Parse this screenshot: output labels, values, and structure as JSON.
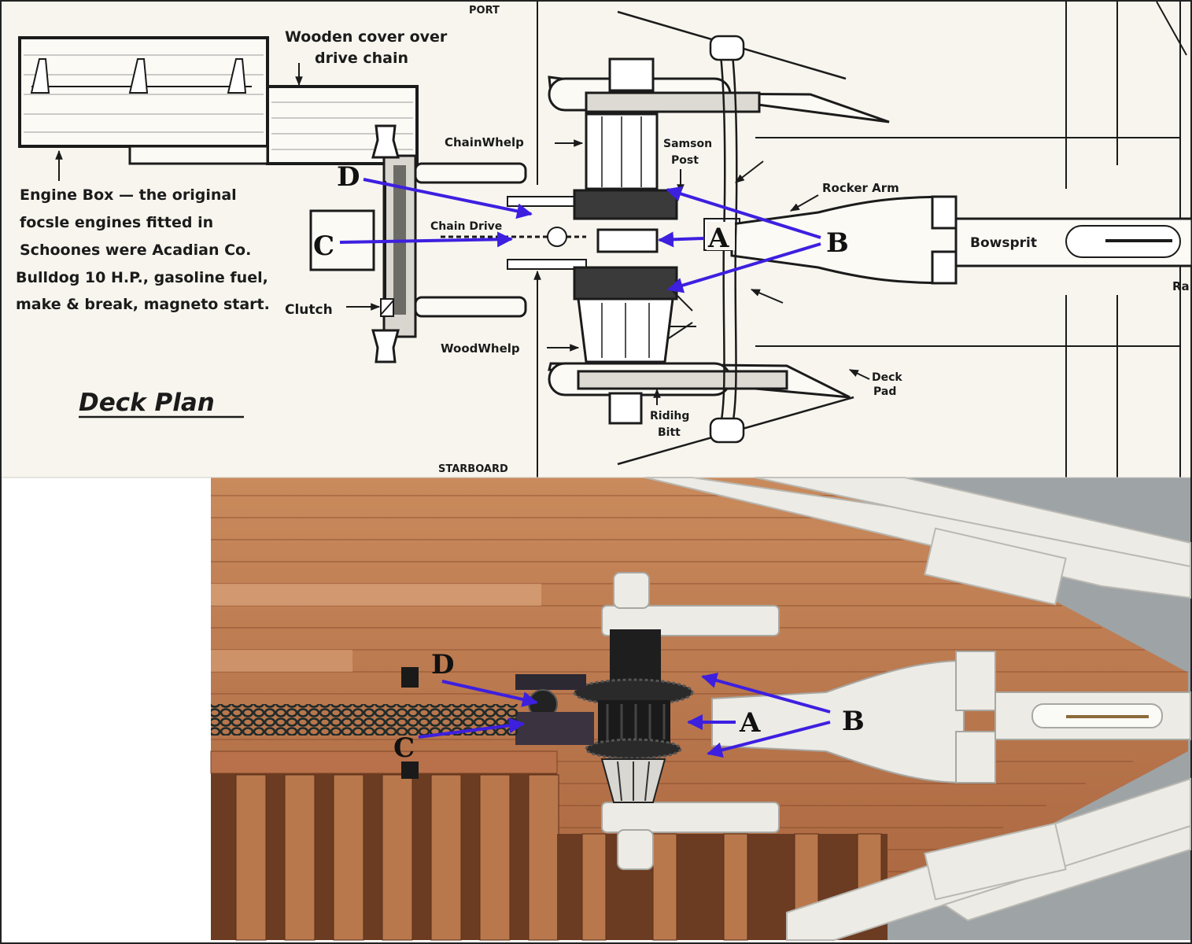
{
  "drawing": {
    "labels": {
      "port": "PORT",
      "starboard": "STARBOARD",
      "wooden_cover": [
        "Wooden cover over",
        "drive chain"
      ],
      "engine_box": [
        "Engine Box — the original",
        "focsle engines fitted in",
        "Schoones were Acadian Co.",
        "Bulldog 10 H.P., gasoline fuel,",
        "make & break, magneto start."
      ],
      "chain_whelp": "ChainWhelp",
      "samson_post": [
        "Samson",
        "Post"
      ],
      "rocker_arm": "Rocker Arm",
      "chain_drive": "Chain Drive",
      "bowsprit": "Bowsprit",
      "clutch": "Clutch",
      "wood_whelp": "WoodWhelp",
      "deck_pad": [
        "Deck",
        "Pad"
      ],
      "riding_bitt": [
        "Ridihg",
        "Bitt"
      ],
      "deck_plan": "Deck Plan",
      "cut_off": "Ra"
    }
  },
  "callouts": {
    "A": "A",
    "B": "B",
    "C": "C",
    "D": "D"
  },
  "colors": {
    "paper": "#f7f5ee",
    "ink": "#1b1b1b",
    "arrow": "#3d1fe0",
    "deck_wood": "#b8714a",
    "paint_white": "#ecebe6",
    "hull_gray": "#9ea3a6"
  }
}
